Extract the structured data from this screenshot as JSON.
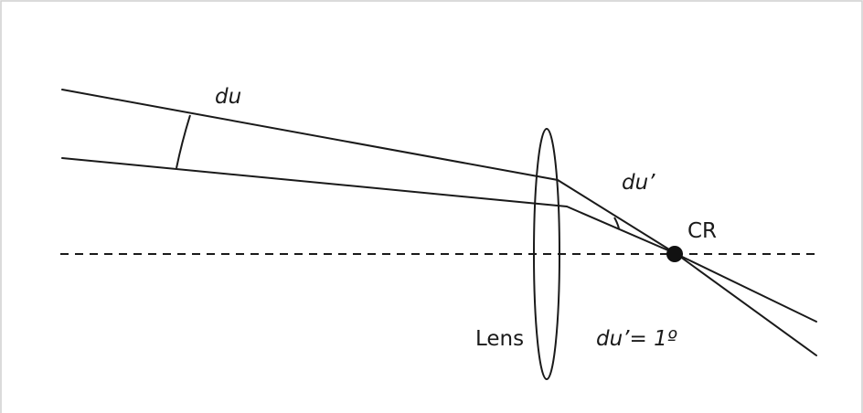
{
  "labels": {
    "du": "du",
    "du_prime": "du’",
    "cr": "CR",
    "lens": "Lens",
    "du_prime_value": "du’= 1º"
  }
}
